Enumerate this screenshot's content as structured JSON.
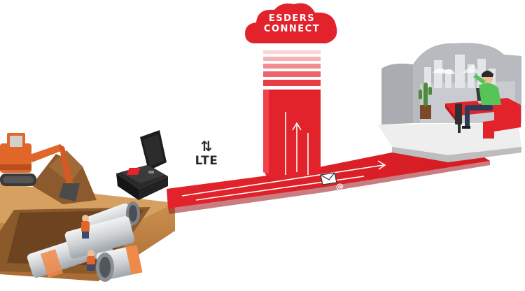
{
  "cloud": {
    "line1": "ESDERS",
    "line2": "CONNECT"
  },
  "link": {
    "arrows_glyph": "⇅",
    "label": "LTE"
  },
  "message": {
    "at_symbol": "@"
  },
  "colors": {
    "brand_red": "#e3232b",
    "dark_red": "#b5171d",
    "soil": "#c98a45",
    "pipe": "#d9dcdf",
    "pipe_stripe": "#f08a4a",
    "excavator": "#e0662a",
    "office_gray": "#a9adb1",
    "person_shirt": "#57c45a"
  },
  "icons": [
    "cloud-icon",
    "updown-arrows-icon",
    "envelope-icon",
    "at-icon",
    "laptop-icon",
    "cactus-icon"
  ]
}
